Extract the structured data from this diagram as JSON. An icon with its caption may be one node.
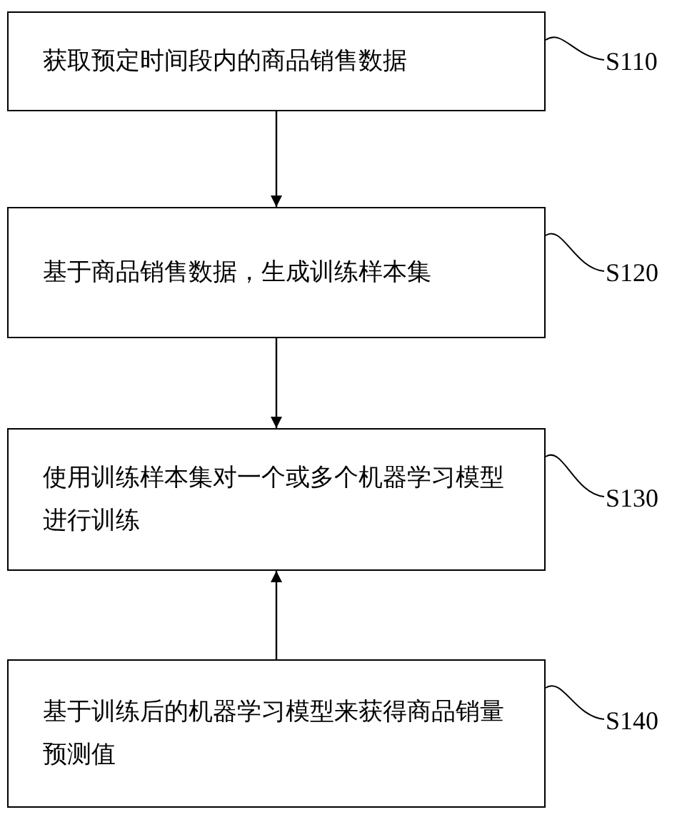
{
  "diagram": {
    "nodes": [
      {
        "text": [
          "获取预定时间段内的商品销售数据"
        ]
      },
      {
        "text": [
          "基于商品销售数据，生成训练样本集"
        ]
      },
      {
        "text": [
          "使用训练样本集对一个或多个机器学习模型进行训练"
        ]
      },
      {
        "text": [
          "基于训练后的机器学习模型来获得商品销量预测值"
        ]
      },
      {
        "text": [
          "S110"
        ]
      },
      {
        "text": [
          "S120"
        ]
      },
      {
        "text": [
          "S130"
        ]
      },
      {
        "text": [
          "S140"
        ]
      }
    ],
    "edges": [
      {
        "from": 0,
        "to": 1,
        "arrow": "to"
      },
      {
        "from": 1,
        "to": 2,
        "arrow": "to"
      },
      {
        "from": 3,
        "to": 2,
        "arrow": "to"
      },
      {
        "from": 0,
        "to": 4,
        "arrow": "none"
      },
      {
        "from": 1,
        "to": 5,
        "arrow": "none"
      },
      {
        "from": 2,
        "to": 6,
        "arrow": "none"
      },
      {
        "from": 3,
        "to": 7,
        "arrow": "none"
      }
    ]
  }
}
